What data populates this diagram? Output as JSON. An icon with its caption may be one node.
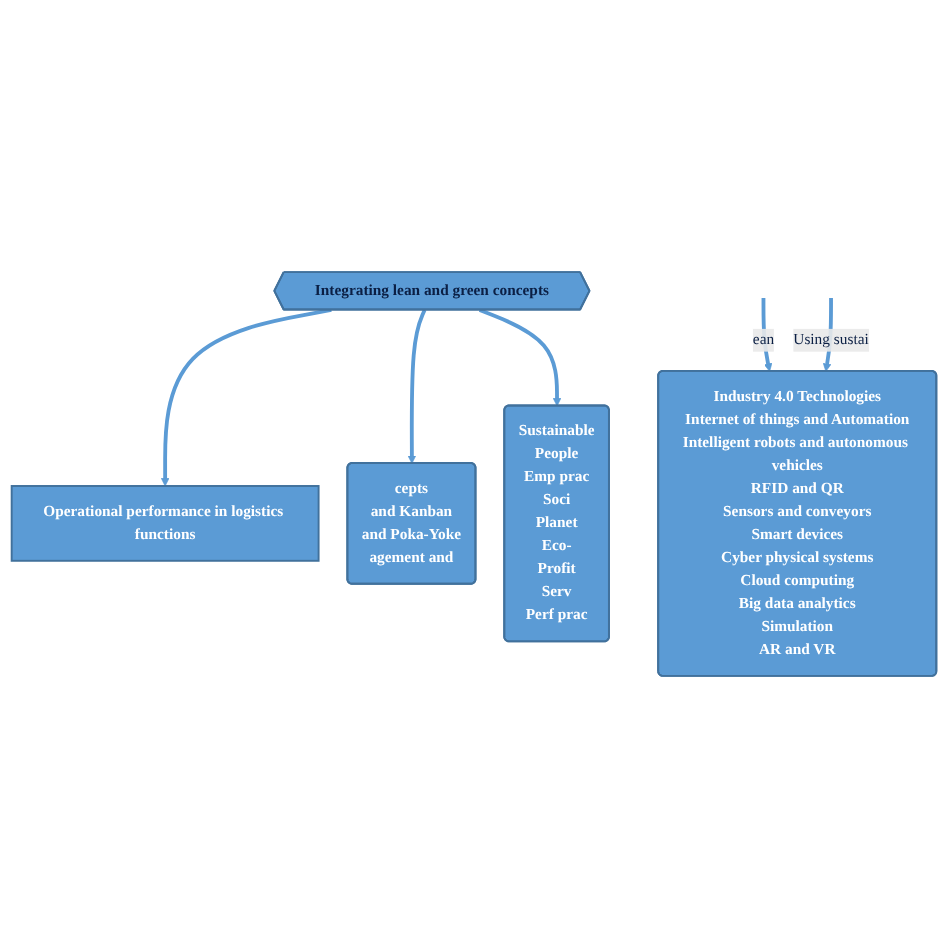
{
  "diagram": {
    "nodes": [
      {
        "text": [
          "Operational performance in logistics functions"
        ]
      },
      {
        "text": [
          "cepts",
          "and Kanban",
          "and Poka-Yoke",
          "agement and"
        ]
      },
      {
        "text": [
          "Integrating lean and green concepts"
        ]
      },
      {
        "text": [
          "Sustainable",
          "People",
          "Emp prac",
          "Soci",
          "Planet",
          "Eco-",
          "Profit",
          "Serv",
          "Perf prac"
        ]
      },
      {
        "text": [
          "Industry 4.0 Technologies",
          "Internet of things and Automation",
          "Intelligent robots and autonomous vehicles",
          "RFID and QR",
          "Sensors and conveyors",
          "Smart devices",
          "Cyber physical systems",
          "Cloud computing",
          "Big data analytics",
          "Simulation",
          "AR and VR"
        ]
      }
    ],
    "edges": [
      {
        "from": 2,
        "to": 0,
        "arrow": "to"
      },
      {
        "from": 2,
        "to": 1,
        "arrow": "to"
      },
      {
        "from": 2,
        "to": 3,
        "arrow": "to"
      },
      {
        "from": null,
        "to": 4,
        "arrow": "to",
        "label": "ean"
      },
      {
        "from": null,
        "to": 4,
        "arrow": "to",
        "label": "Using sustai"
      }
    ]
  }
}
